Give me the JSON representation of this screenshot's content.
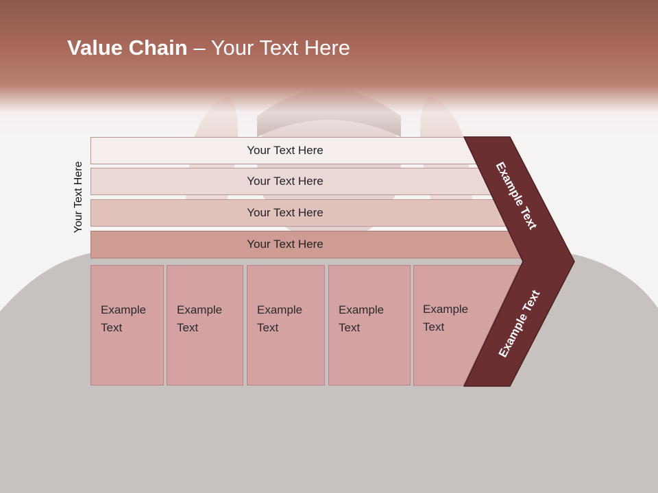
{
  "title": {
    "bold": "Value Chain",
    "rest": " – Your Text Here"
  },
  "side_label": "Your Text Here",
  "rows": [
    {
      "label": "Your Text Here",
      "color": "#f6eded"
    },
    {
      "label": "Your Text Here",
      "color": "#ead8d6"
    },
    {
      "label": "Your Text Here",
      "color": "#e2c2bc"
    },
    {
      "label": "Your Text Here",
      "color": "#cf9c93"
    }
  ],
  "boxes": [
    {
      "line1": "Example",
      "line2": "Text"
    },
    {
      "line1": "Example",
      "line2": "Text"
    },
    {
      "line1": "Example",
      "line2": "Text"
    },
    {
      "line1": "Example",
      "line2": "Text"
    },
    {
      "line1": "Example",
      "line2": "Text"
    }
  ],
  "chevron": {
    "upper_label": "Example Text",
    "lower_label": "Example Text",
    "color": "#6b2f31"
  }
}
